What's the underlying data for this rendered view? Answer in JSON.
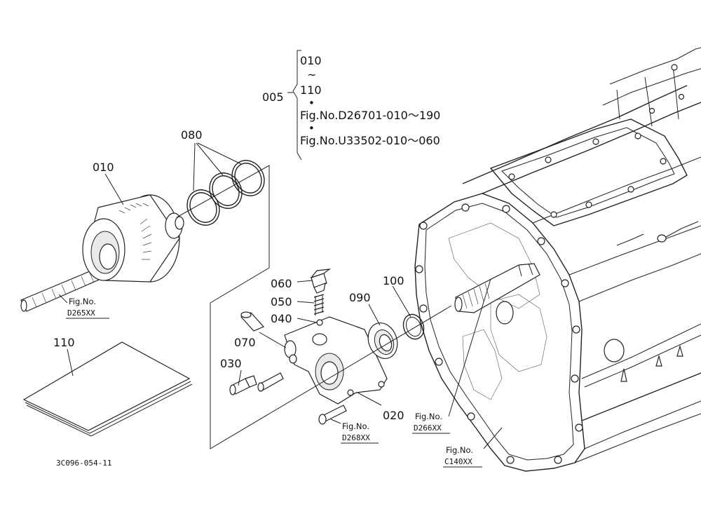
{
  "labels": {
    "p005": "005",
    "p010": "010",
    "p020": "020",
    "p030": "030",
    "p040": "040",
    "p050": "050",
    "p060": "060",
    "p070": "070",
    "p080": "080",
    "p090": "090",
    "p100": "100",
    "p110": "110"
  },
  "set_info": {
    "line1": "010",
    "tilde": "~",
    "line2": "110",
    "dot1": "•",
    "ref1": "Fig.No.D26701-010～190",
    "dot2": "•",
    "ref2": "Fig.No.U33502-010～060"
  },
  "fig_refs": {
    "d265": {
      "line1": "Fig.No.",
      "line2": "D265XX"
    },
    "d268": {
      "line1": "Fig.No.",
      "line2": "D268XX"
    },
    "d266": {
      "line1": "Fig.No.",
      "line2": "D266XX"
    },
    "c140": {
      "line1": "Fig.No.",
      "line2": "C140XX"
    }
  },
  "diagram_code": "3C096-054-11"
}
